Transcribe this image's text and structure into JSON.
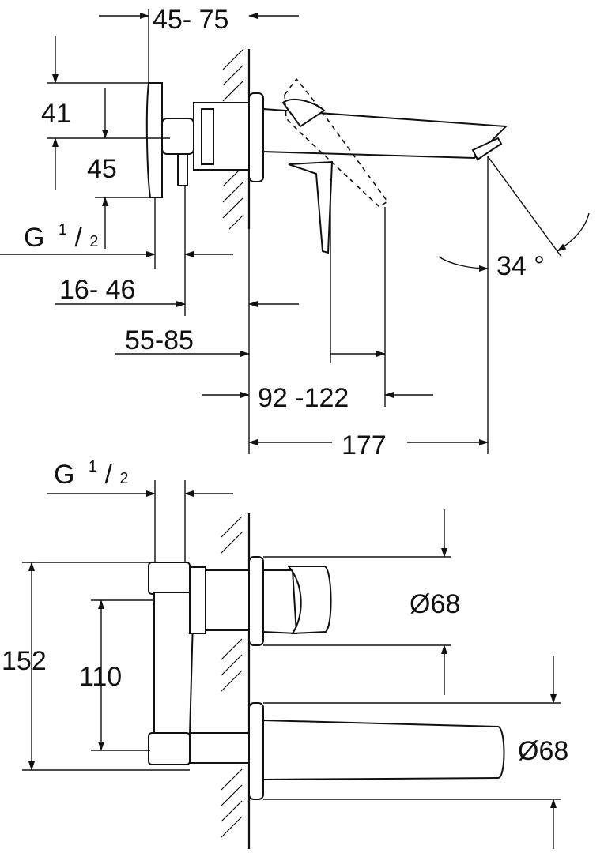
{
  "side_view": {
    "dims": {
      "depth_range": "45- 75",
      "height_upper": "41",
      "height_lower": "45",
      "thread_main": "G",
      "thread_num": "1",
      "thread_den": "2",
      "offset_16_46": "16- 46",
      "offset_55_85": "55-85",
      "reach_range": "92 -122",
      "projection": "177",
      "angle": "34 °"
    }
  },
  "front_view": {
    "dims": {
      "thread_main": "G",
      "thread_num": "1",
      "thread_den": "2",
      "height_total": "152",
      "height_inner": "110",
      "rosette_upper": "Ø68",
      "rosette_lower": "Ø68"
    }
  }
}
